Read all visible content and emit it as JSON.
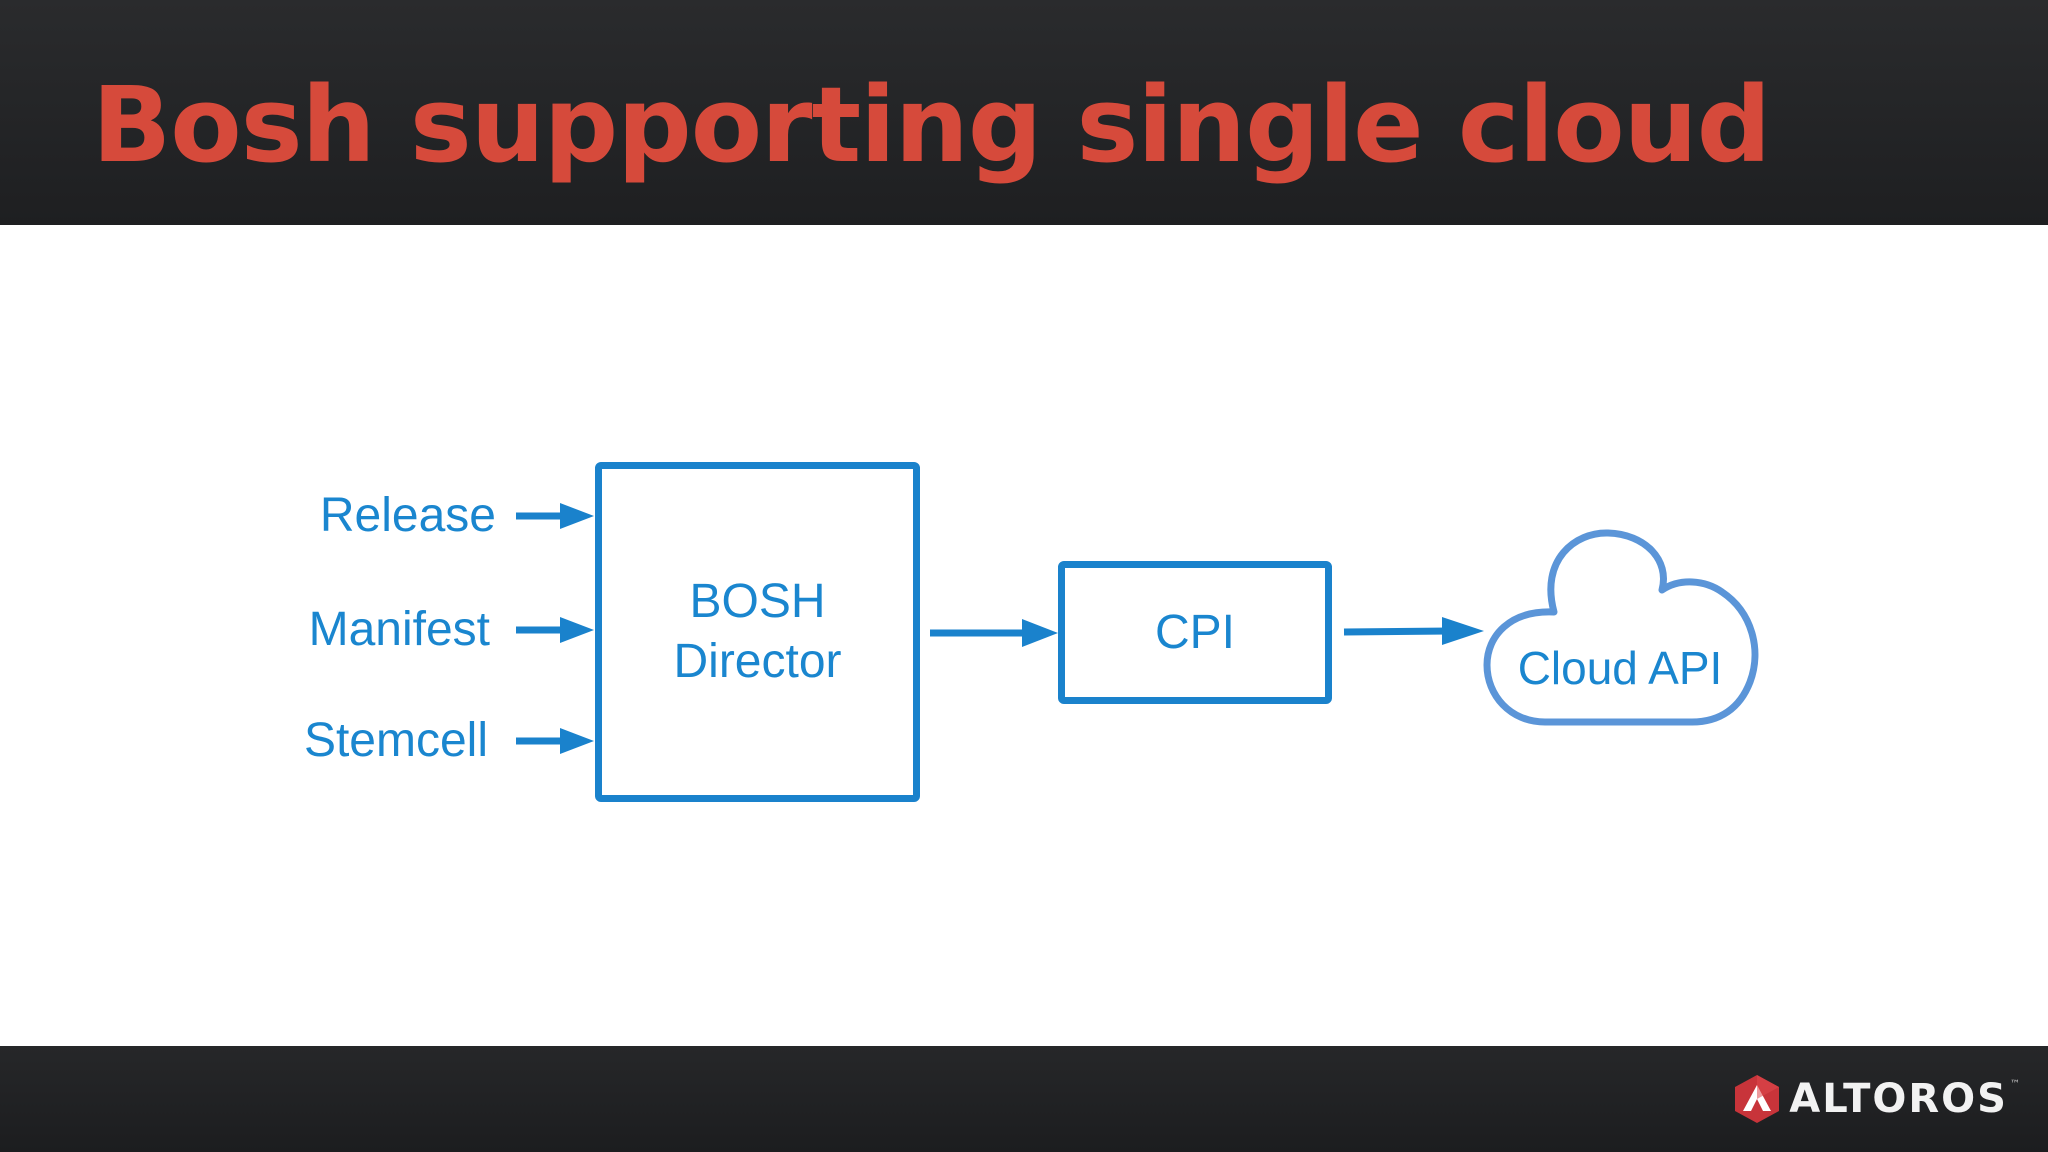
{
  "slide": {
    "title": "Bosh supporting single cloud"
  },
  "diagram": {
    "inputs": [
      {
        "label": "Release"
      },
      {
        "label": "Manifest"
      },
      {
        "label": "Stemcell"
      }
    ],
    "director": {
      "line1": "BOSH",
      "line2": "Director"
    },
    "cpi": {
      "label": "CPI"
    },
    "cloud": {
      "label": "Cloud API"
    },
    "colors": {
      "accent": "#1a82cc",
      "cloud_outline": "#5b95d8",
      "title": "#d64a3b"
    }
  },
  "footer": {
    "logo_text": "ALTOROS",
    "logo_tm": "™",
    "logo_icon": "altoros-logo-icon"
  }
}
